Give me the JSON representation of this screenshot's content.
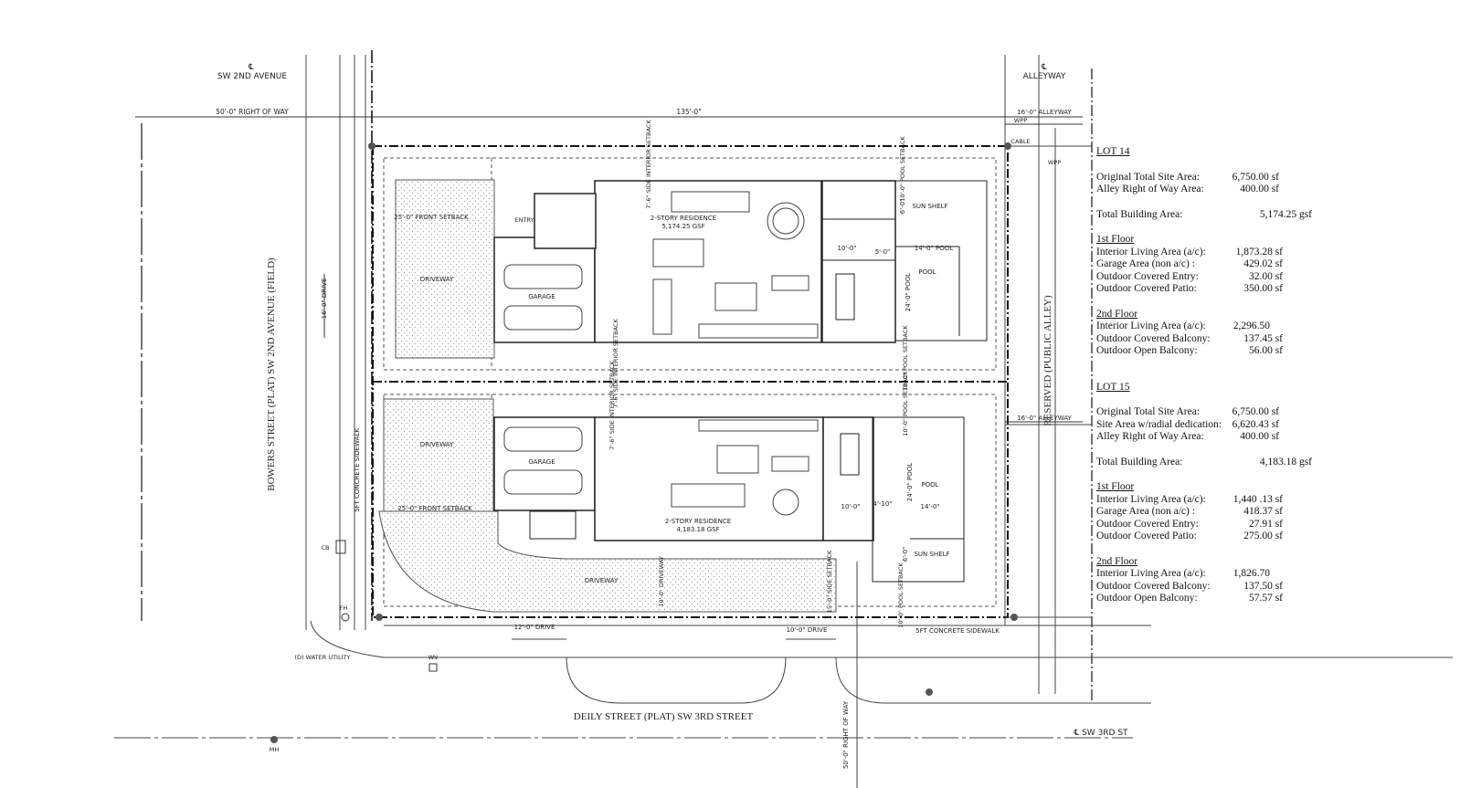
{
  "streets": {
    "left_top": "SW 2ND AVENUE",
    "left_top_cl": "℄",
    "left_vertical": "BOWERS STREET (PLAT) SW 2ND AVENUE (FIELD)",
    "right_top": "ALLEYWAY",
    "right_top_cl": "℄",
    "right_vertical": "RESERVED (PUBLIC ALLEY)",
    "bottom": "DEILY STREET (PLAT) SW 3RD STREET",
    "bottom_right": "℄ SW 3RD ST"
  },
  "dimensions": {
    "row_left": "50'-0\" RIGHT OF WAY",
    "lot_depth": "135'-0\"",
    "alley_top": "16'-0\" ALLEYWAY",
    "alley_mid": "16'-0\" ALLEYWAY",
    "drive_left": "16'-0\" DRIVE",
    "front_setback_top": "25'-0\" FRONT SETBACK",
    "front_setback_bottom": "25'-0\" FRONT SETBACK",
    "sidewalk_left": "5FT CONCRETE SIDEWALK",
    "sidewalk_bottom": "5FT CONCRETE SIDEWALK",
    "side_setback_1": "7'-6\" SIDE INTERIOR SETBACK",
    "side_setback_2": "7'-6\" SIDE INTERIOR SETBACK",
    "side_setback_3": "7'-6\" SIDE INTERIOR SETBACK",
    "pool_setback_top": "10'-0\" POOL SETBACK",
    "pool_setback_2": "10'-0\" POOL SETBACK",
    "pool_setback_3": "10'-0\" POOL SETBACK",
    "pool_setback_bottom": "10'-0\" POOL SETBACK",
    "drive_12": "12'-0\" DRIVE",
    "drive_10": "10'-0\" DRIVE",
    "driveway_10": "10'-0\" DRIVEWAY",
    "side_setback_15": "15'-0\" SIDE SETBACK",
    "row_bottom": "50'-0\" RIGHT OF WAY",
    "pool_len_top": "24'-0\" POOL",
    "pool_len_bottom": "24'-0\" POOL",
    "pool_w_top": "14'-0\" POOL",
    "pool_w_bottom": "14'-0\"",
    "d10_top": "10'-0\"",
    "d10_bottom": "10'-0\"",
    "d5_top": "5'-0\"",
    "d4_bottom": "4'-10\"",
    "d6_top": "6'-0\"",
    "d6_bottom": "6'-0\""
  },
  "labels": {
    "wpp1": "WPP",
    "wpp2": "WPP",
    "cable": "CABLE",
    "cb": "CB",
    "fh": "FH",
    "water_utility": "(D) WATER UTILITY",
    "wv": "WV",
    "mh": "MH",
    "entry": "ENTRY",
    "driveway_top": "DRIVEWAY",
    "driveway_bottom": "DRIVEWAY",
    "driveway_curve": "DRIVEWAY",
    "garage_top": "GARAGE",
    "garage_bottom": "GARAGE",
    "residence_top": "2-STORY RESIDENCE",
    "residence_top_area": "5,174.25 GSF",
    "residence_bottom": "2-STORY RESIDENCE",
    "residence_bottom_area": "4,183.18 GSF",
    "sun_shelf_top": "SUN SHELF",
    "sun_shelf_bottom": "SUN SHELF",
    "pool_top": "POOL",
    "pool_bottom": "POOL"
  },
  "legend": {
    "lot14": {
      "title": "LOT 14",
      "original_site_label": "Original Total Site Area:",
      "original_site_value": "6,750.00 sf",
      "alley_label": "Alley Right of Way Area:",
      "alley_value": "400.00 sf",
      "total_label": "Total Building Area:",
      "total_value": "5,174.25 gsf",
      "floor1_title": "1st Floor",
      "f1_living_label": "Interior Living Area (a/c):",
      "f1_living_value": "1,873.28 sf",
      "f1_garage_label": "Garage Area (non a/c) :",
      "f1_garage_value": "429.02 sf",
      "f1_entry_label": "Outdoor Covered Entry:",
      "f1_entry_value": "32.00 sf",
      "f1_patio_label": "Outdoor Covered Patio:",
      "f1_patio_value": "350.00 sf",
      "floor2_title": "2nd Floor",
      "f2_living_label": "Interior Living Area (a/c):",
      "f2_living_value": "2,296.50",
      "f2_cov_balcony_label": "Outdoor Covered Balcony:",
      "f2_cov_balcony_value": "137.45 sf",
      "f2_open_balcony_label": "Outdoor Open Balcony:",
      "f2_open_balcony_value": "56.00 sf"
    },
    "lot15": {
      "title": "LOT 15",
      "original_site_label": "Original Total Site Area:",
      "original_site_value": "6,750.00 sf",
      "radial_label": "Site Area w/radial dedication:",
      "radial_value": "6,620.43 sf",
      "alley_label": "Alley Right of Way Area:",
      "alley_value": "400.00 sf",
      "total_label": "Total Building Area:",
      "total_value": "4,183.18 gsf",
      "floor1_title": "1st Floor",
      "f1_living_label": "Interior Living Area (a/c):",
      "f1_living_value": "1,440 .13 sf",
      "f1_garage_label": "Garage Area (non a/c) :",
      "f1_garage_value": "418.37 sf",
      "f1_entry_label": "Outdoor Covered Entry:",
      "f1_entry_value": "27.91 sf",
      "f1_patio_label": "Outdoor Covered Patio:",
      "f1_patio_value": "275.00 sf",
      "floor2_title": "2nd Floor",
      "f2_living_label": "Interior Living Area (a/c):",
      "f2_living_value": "1,826.70",
      "f2_cov_balcony_label": "Outdoor Covered Balcony:",
      "f2_cov_balcony_value": "137.50 sf",
      "f2_open_balcony_label": "Outdoor Open Balcony:",
      "f2_open_balcony_value": "57.57 sf"
    }
  }
}
